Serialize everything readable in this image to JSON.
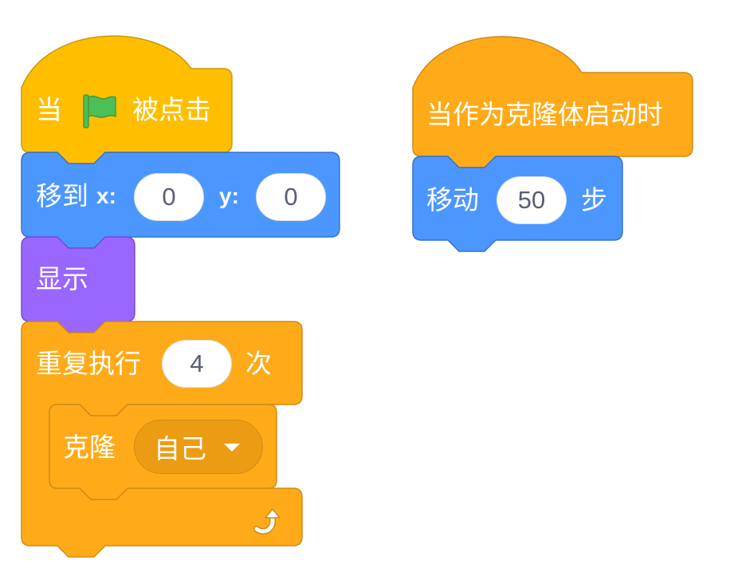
{
  "colors": {
    "events": "#FFBF00",
    "events_stroke": "#CC9900",
    "control": "#FFAB19",
    "control_stroke": "#CF8B17",
    "control_field": "#EC9C13",
    "motion": "#4C97FF",
    "motion_stroke": "#3373CC",
    "looks": "#9966FF",
    "looks_stroke": "#774DCB",
    "flag_green": "#4CBF56",
    "flag_stroke": "#45993D",
    "text": "#FFFFFF",
    "field_text": "#575E75"
  },
  "script1": {
    "hat": {
      "when": "当",
      "flag_icon": "green-flag-icon",
      "clicked": "被点击"
    },
    "goto": {
      "label": "移到",
      "x_label": "x:",
      "x_value": "0",
      "y_label": "y:",
      "y_value": "0"
    },
    "show": {
      "label": "显示"
    },
    "repeat": {
      "label": "重复执行",
      "times": "4",
      "suffix": "次",
      "clone": {
        "label": "克隆",
        "target": "自己",
        "dropdown_icon": "dropdown-arrow-icon"
      },
      "loop_icon": "loop-arrow-icon"
    }
  },
  "script2": {
    "hat": {
      "label": "当作为克隆体启动时"
    },
    "move": {
      "label": "移动",
      "steps": "50",
      "suffix": "步"
    }
  }
}
